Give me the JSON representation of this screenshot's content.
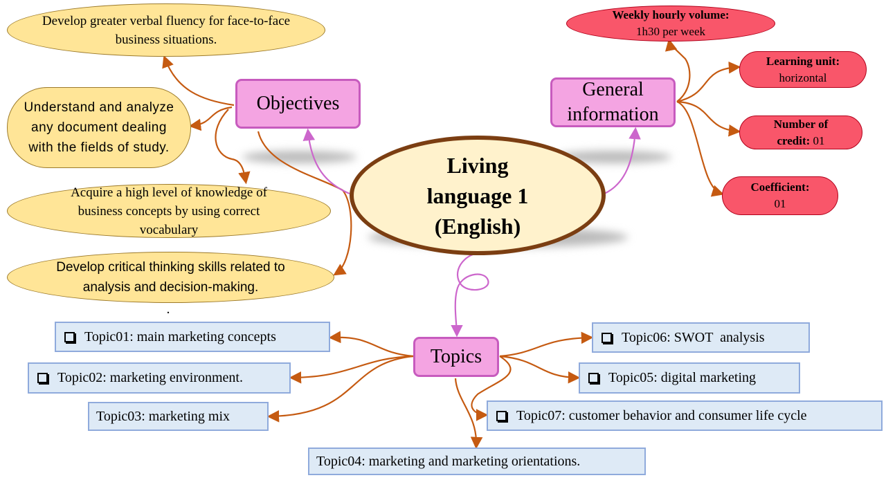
{
  "center": {
    "title_lines": [
      "Living",
      "language 1",
      "(English)"
    ]
  },
  "objectives": {
    "label": "Objectives",
    "items": [
      "Develop greater verbal fluency for face-to-face business situations.",
      "Understand and analyze any document dealing with the fields of study.",
      "Acquire a high level of knowledge of business concepts by using correct vocabulary",
      "Develop critical thinking skills related to analysis and decision-making."
    ],
    "trailing_mark": "."
  },
  "general_information": {
    "label": "General information",
    "items": [
      {
        "label": "Weekly hourly volume:",
        "value": "1h30 per week"
      },
      {
        "label": "Learning unit:",
        "value": "horizontal"
      },
      {
        "label": "Number of credit:",
        "value": "01"
      },
      {
        "label": "Coefficient:",
        "value": "01"
      }
    ]
  },
  "topics": {
    "label": "Topics",
    "items": [
      "Topic01: main marketing concepts",
      "Topic02: marketing environment.",
      "Topic03: marketing mix",
      "Topic04: marketing and marketing orientations.",
      "Topic05: digital marketing",
      "Topic06: SWOT  analysis",
      "Topic07: customer behavior and consumer life cycle"
    ]
  },
  "colors": {
    "connector": "#C55A11",
    "hub_connector": "#CC66CC",
    "objective_fill": "#FFE597",
    "info_fill": "#F9566A",
    "topic_fill": "#DEEAF6",
    "hub_fill": "#F4A4E2"
  }
}
